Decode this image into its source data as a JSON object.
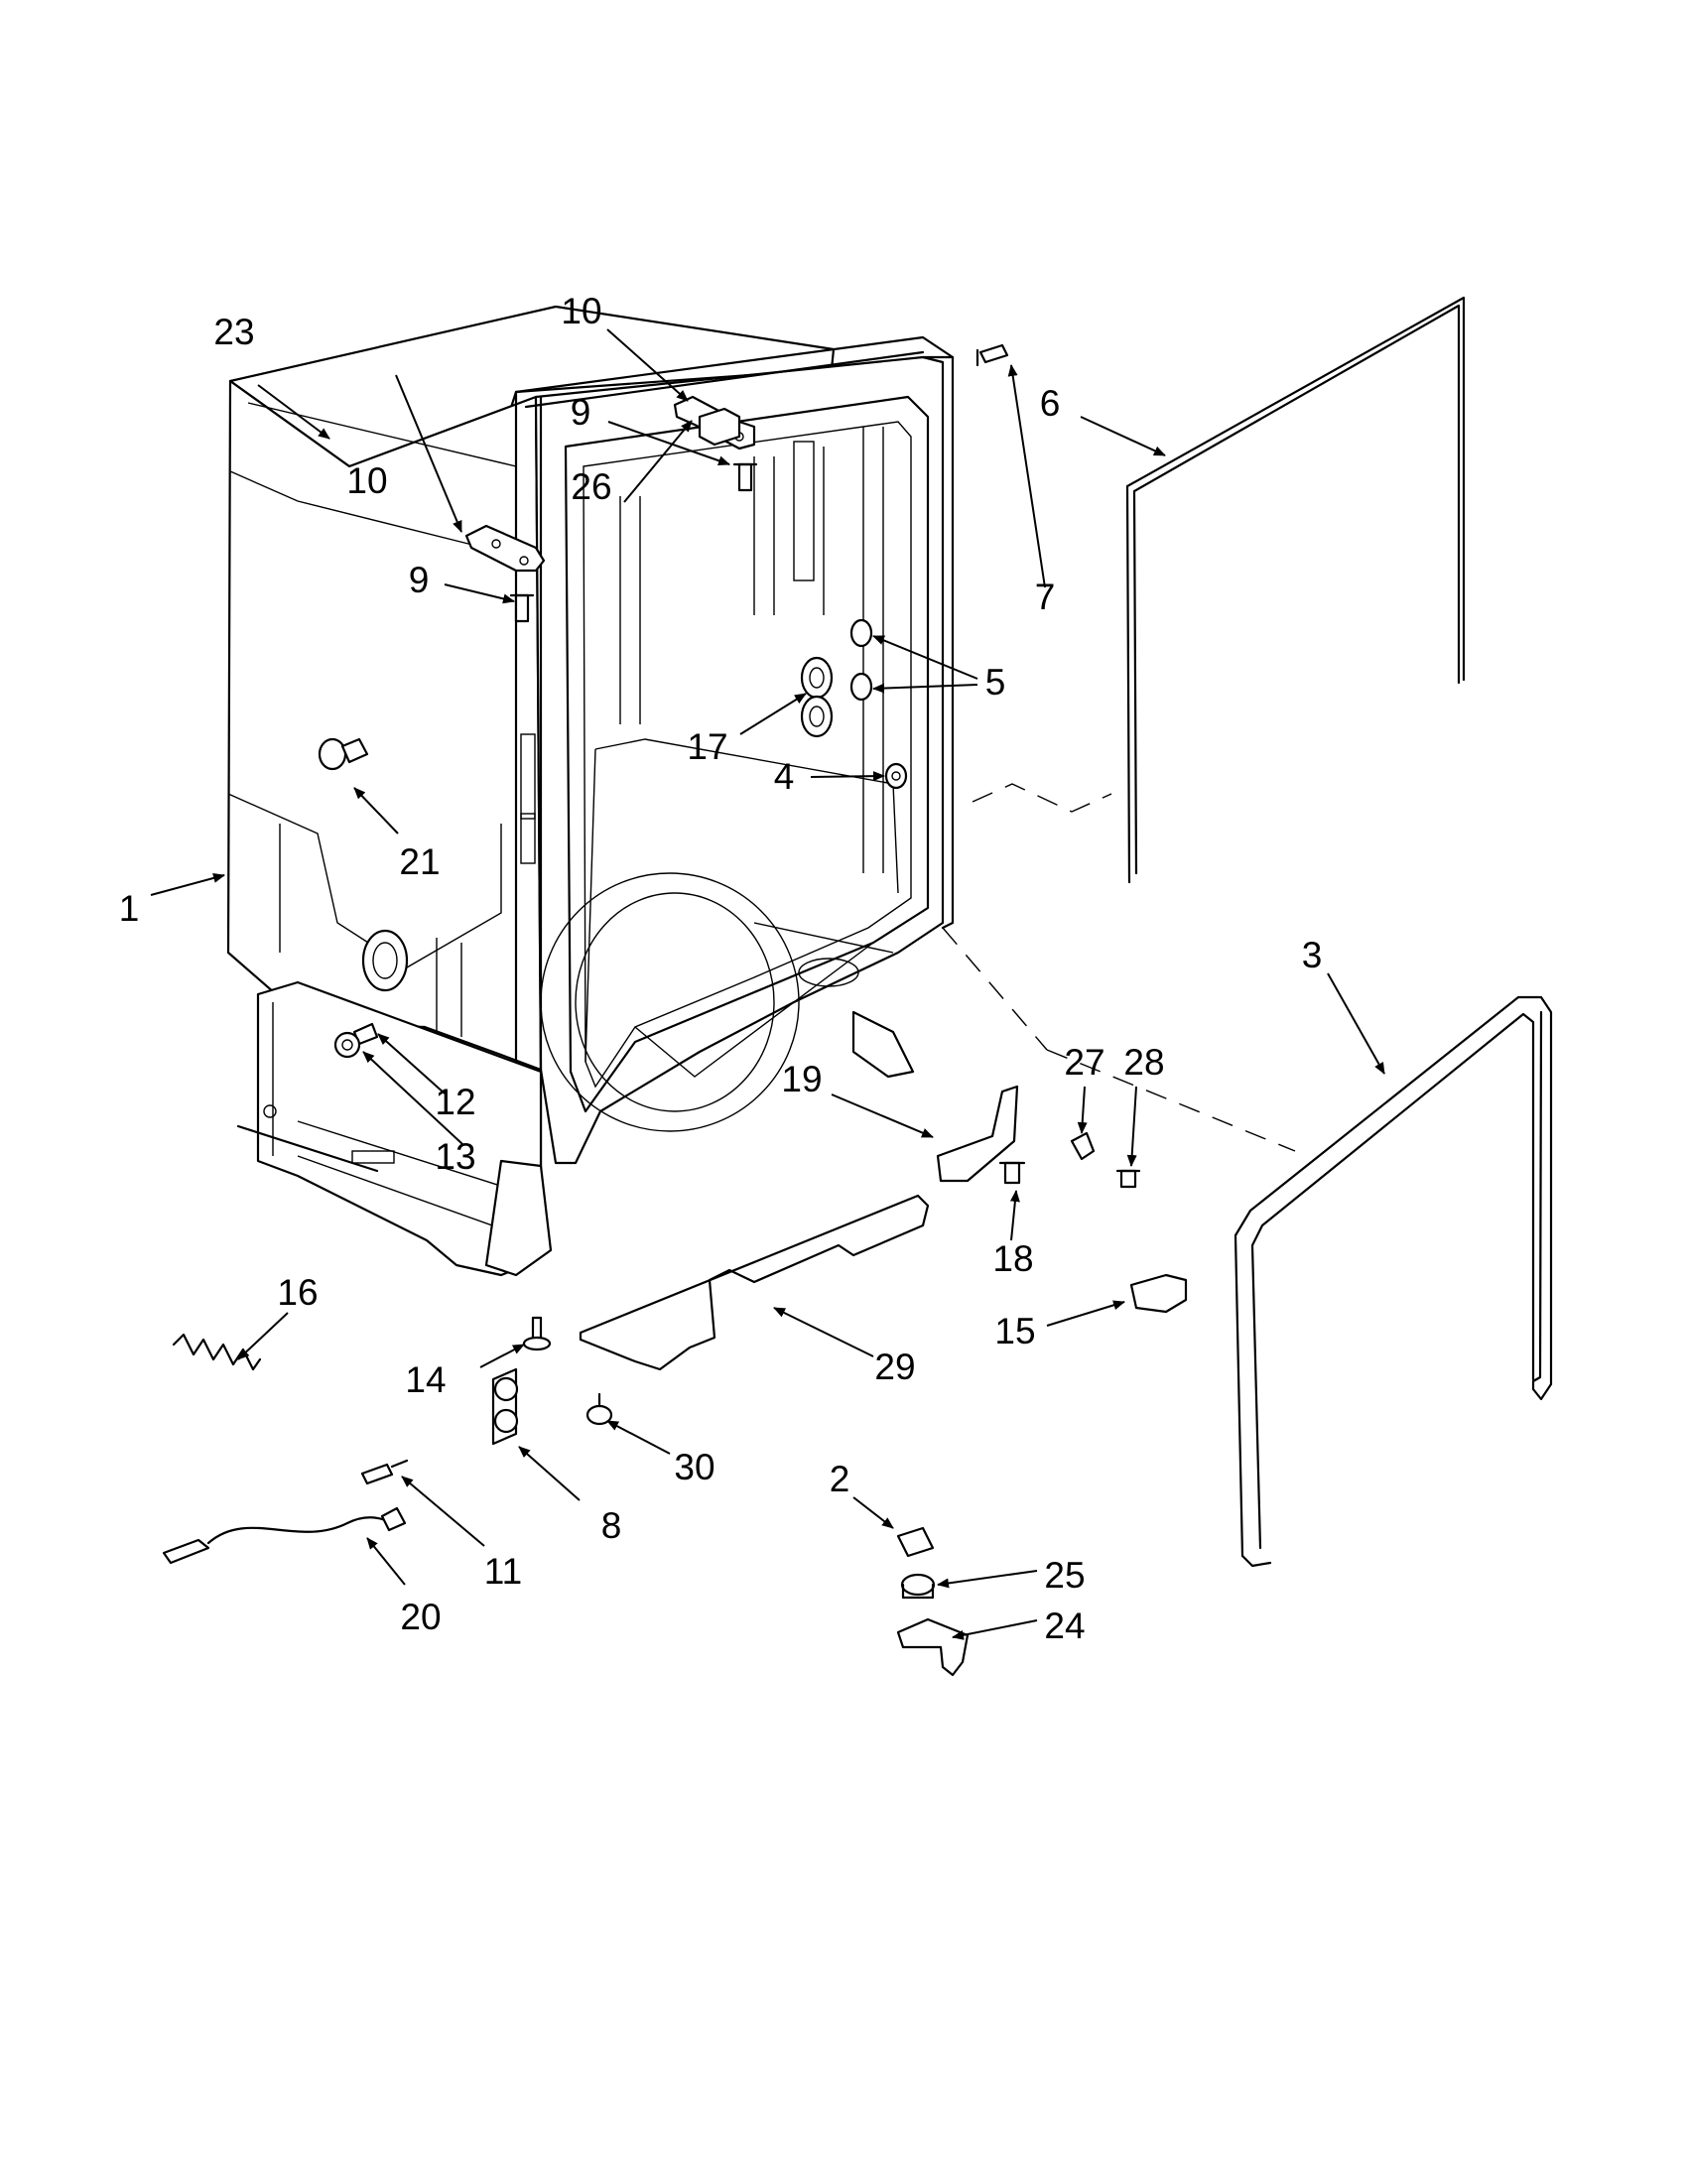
{
  "callouts": [
    {
      "id": "c23",
      "label": "23"
    },
    {
      "id": "c10a",
      "label": "10"
    },
    {
      "id": "c9a",
      "label": "9"
    },
    {
      "id": "c10b",
      "label": "10"
    },
    {
      "id": "c26",
      "label": "26"
    },
    {
      "id": "c9b",
      "label": "9"
    },
    {
      "id": "c6",
      "label": "6"
    },
    {
      "id": "c7",
      "label": "7"
    },
    {
      "id": "c5",
      "label": "5"
    },
    {
      "id": "c17",
      "label": "17"
    },
    {
      "id": "c4",
      "label": "4"
    },
    {
      "id": "c21",
      "label": "21"
    },
    {
      "id": "c1",
      "label": "1"
    },
    {
      "id": "c3",
      "label": "3"
    },
    {
      "id": "c27",
      "label": "27"
    },
    {
      "id": "c28",
      "label": "28"
    },
    {
      "id": "c19",
      "label": "19"
    },
    {
      "id": "c12",
      "label": "12"
    },
    {
      "id": "c13",
      "label": "13"
    },
    {
      "id": "c18",
      "label": "18"
    },
    {
      "id": "c16",
      "label": "16"
    },
    {
      "id": "c15",
      "label": "15"
    },
    {
      "id": "c14",
      "label": "14"
    },
    {
      "id": "c29",
      "label": "29"
    },
    {
      "id": "c30",
      "label": "30"
    },
    {
      "id": "c8",
      "label": "8"
    },
    {
      "id": "c2",
      "label": "2"
    },
    {
      "id": "c11",
      "label": "11"
    },
    {
      "id": "c25",
      "label": "25"
    },
    {
      "id": "c24",
      "label": "24"
    },
    {
      "id": "c20",
      "label": "20"
    }
  ]
}
